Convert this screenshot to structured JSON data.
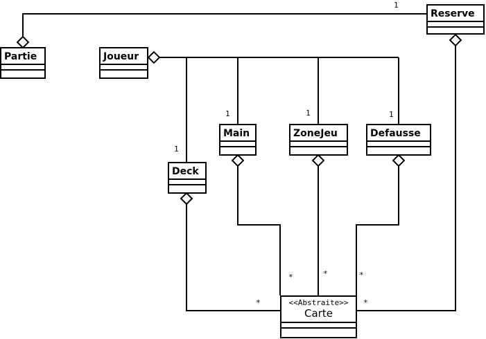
{
  "classes": {
    "partie": "Partie",
    "joueur": "Joueur",
    "reserve": "Reserve",
    "main": "Main",
    "zonejeu": "ZoneJeu",
    "defausse": "Defausse",
    "deck": "Deck",
    "carte": "Carte",
    "carte_stereotype": "<<Abstraite>>"
  },
  "multiplicities": {
    "reserve_partie": "1",
    "main": "1",
    "zonejeu": "1",
    "defausse": "1",
    "deck": "1",
    "carte_from_main": "*",
    "carte_from_zonejeu": "*",
    "carte_from_defausse": "*",
    "carte_from_deck": "*",
    "carte_from_reserve": "*"
  }
}
